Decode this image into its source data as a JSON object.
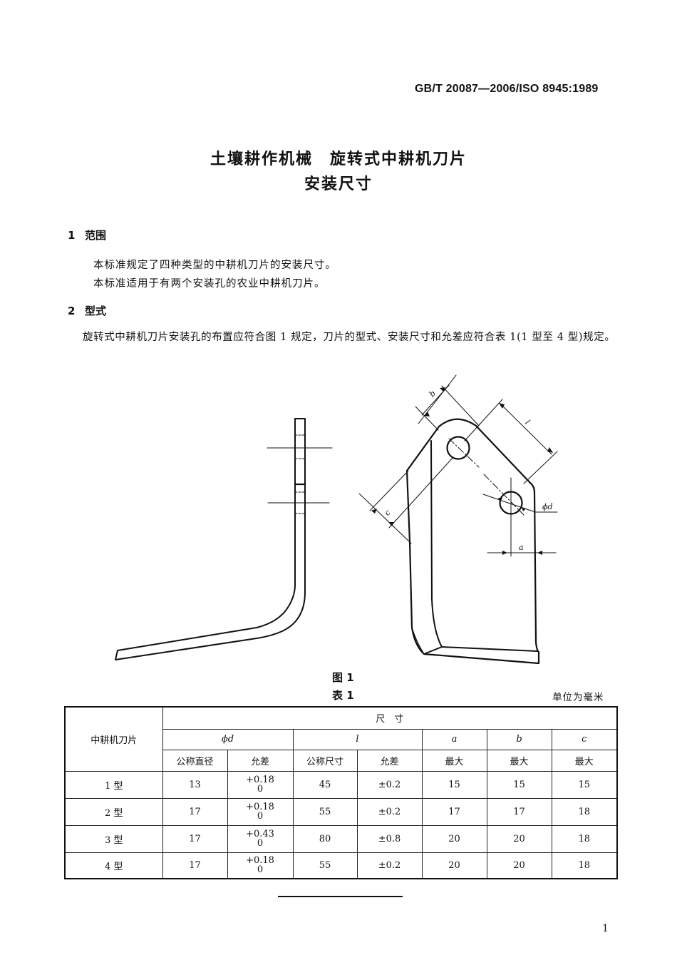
{
  "header": {
    "standard_code": "GB/T 20087—2006/ISO 8945:1989"
  },
  "title": {
    "line1": "土壤耕作机械　旋转式中耕机刀片",
    "line2": "安装尺寸"
  },
  "sections": [
    {
      "number": "1",
      "heading": "范围",
      "paragraphs": [
        "本标准规定了四种类型的中耕机刀片的安装尺寸。",
        "本标准适用于有两个安装孔的农业中耕机刀片。"
      ]
    },
    {
      "number": "2",
      "heading": "型式",
      "paragraphs": [
        "旋转式中耕机刀片安装孔的布置应符合图 1 规定，刀片的型式、安装尺寸和允差应符合表 1(1 型至 4 型)规定。"
      ]
    }
  ],
  "figure": {
    "caption": "图 1",
    "labels": {
      "b": "b",
      "l": "l",
      "c": "c",
      "phi_d": "ϕd",
      "a": "a"
    }
  },
  "table": {
    "caption": "表 1",
    "unit_note": "单位为毫米",
    "header": {
      "row_label": "中耕机刀片",
      "group": "尺　寸",
      "params": [
        "ϕd",
        "l",
        "a",
        "b",
        "c"
      ],
      "sub": [
        "公称直径",
        "允差",
        "公称尺寸",
        "允差",
        "最大",
        "最大",
        "最大"
      ]
    },
    "rows": [
      {
        "type": "1 型",
        "d_nominal": "13",
        "d_tol_upper": "+0.18",
        "d_tol_lower": "0",
        "l_nominal": "45",
        "l_tol": "±0.2",
        "a": "15",
        "b": "15",
        "c": "15"
      },
      {
        "type": "2 型",
        "d_nominal": "17",
        "d_tol_upper": "+0.18",
        "d_tol_lower": "0",
        "l_nominal": "55",
        "l_tol": "±0.2",
        "a": "17",
        "b": "17",
        "c": "18"
      },
      {
        "type": "3 型",
        "d_nominal": "17",
        "d_tol_upper": "+0.43",
        "d_tol_lower": "0",
        "l_nominal": "80",
        "l_tol": "±0.8",
        "a": "20",
        "b": "20",
        "c": "18"
      },
      {
        "type": "4 型",
        "d_nominal": "17",
        "d_tol_upper": "+0.18",
        "d_tol_lower": "0",
        "l_nominal": "55",
        "l_tol": "±0.2",
        "a": "20",
        "b": "20",
        "c": "18"
      }
    ]
  },
  "footer": {
    "page_number": "1"
  }
}
